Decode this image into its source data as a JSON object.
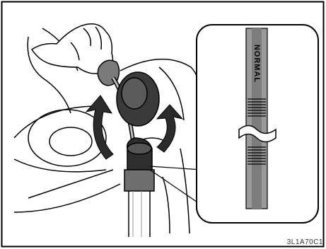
{
  "illustration": {
    "subject": "dipstick-removal",
    "inset_subject": "dipstick-level-marks",
    "inset_label": "NORMAL",
    "figure_code": "3L1A70C1"
  },
  "colors": {
    "line": "#000000",
    "background": "#ffffff",
    "gray_dark": "#4d4d4d",
    "gray_light": "#c8c8c8",
    "arrow": "#2b2b2b"
  }
}
